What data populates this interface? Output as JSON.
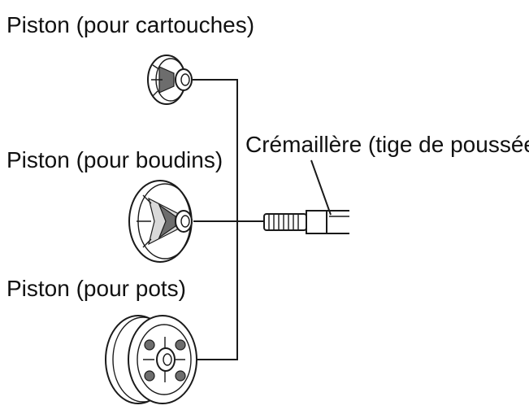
{
  "labels": {
    "cartridge_piston": "Piston (pour cartouches)",
    "sausage_piston": "Piston (pour boudins)",
    "pot_piston": "Piston (pour pots)",
    "rack": "Crémaillère (tige de poussée)"
  }
}
